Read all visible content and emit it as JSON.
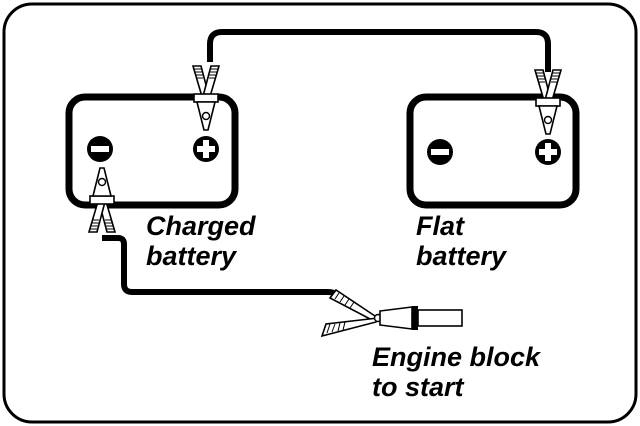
{
  "labels": {
    "charged_line1": "Charged",
    "charged_line2": "battery",
    "flat_line1": "Flat",
    "flat_line2": "battery",
    "engine_line1": "Engine block",
    "engine_line2": "to start"
  },
  "terminal_symbols": {
    "negative": "−",
    "positive": "+"
  },
  "colors": {
    "ink": "#000000",
    "background": "#ffffff"
  }
}
